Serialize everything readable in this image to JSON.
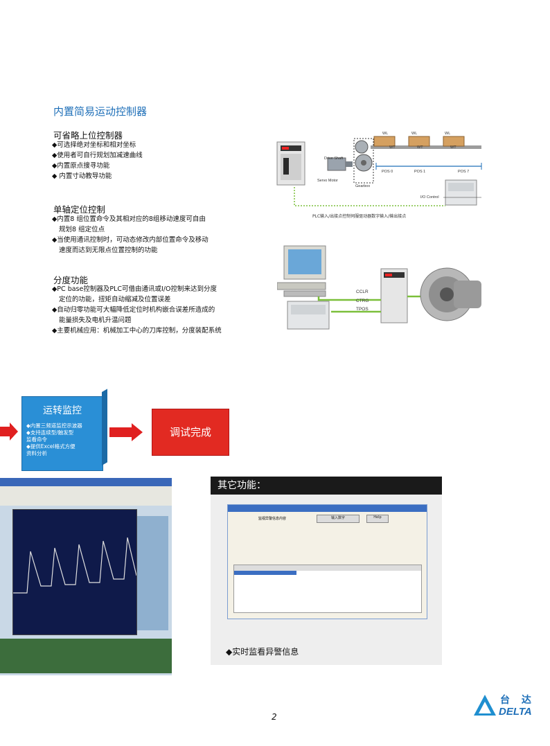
{
  "section_title": "内置简易运动控制器",
  "blocks": [
    {
      "heading": "可省略上位控制器",
      "items": [
        "◆可选择绝对坐标和相对坐标",
        "◆使用者可自行规划加减速曲线",
        "◆内置原点搜寻功能",
        "◆ 内置寸动教导功能"
      ]
    },
    {
      "heading": "单轴定位控制",
      "items": [
        "◆内置8 组位置命令及其相对应的8组移动速度可自由",
        "  规划8 组定位点",
        "◆当使用通讯控制时，可动态修改内部位置命令及移动",
        "  速度而达到无限点位置控制的功能"
      ]
    },
    {
      "heading": "分度功能",
      "items": [
        "◆PC base控制器及PLC可借由通讯或I/O控制来达到分度",
        "  定位的功能，扭矩自动缩减及位置误差",
        "◆自动归零功能可大幅降低定位时机构嵌合误差所造成的",
        "  能量损失及电机升温问题",
        "◆主要机械应用：机械加工中心的刀库控制，分度装配系统"
      ]
    }
  ],
  "diagram1": {
    "wl": [
      "WL",
      "WL",
      "WL"
    ],
    "wt": [
      "WT",
      "WT",
      "WT"
    ],
    "drive_shaft": "Drive Shaft",
    "servo_motor": "Servo Motor",
    "gearbox": "Gearbox",
    "pos": [
      "POS 0",
      "POS 1",
      "POS 7"
    ],
    "io_control": "I/O Control",
    "caption": "PLC输入/出接点控制伺服驱动器数字输入/输出接点"
  },
  "diagram2": {
    "signals": [
      "CCLR",
      "CTRG",
      "TPOS"
    ]
  },
  "flow": {
    "monitor_title": "运转监控",
    "monitor_items": [
      "◆内置三频道监控示波器",
      "◆支持连续型/触发型",
      "  监看命令",
      "◆提供Excel格式方便",
      "  资料分析"
    ],
    "done_label": "调试完成"
  },
  "other": {
    "title": "其它功能：",
    "caption": "◆实时监看异警信息",
    "window_buttons": [
      "输入数字",
      "Help"
    ],
    "field_label": "监视异警信息内容"
  },
  "page_number": "2",
  "logo": {
    "cn": "台 达",
    "en": "DELTA"
  },
  "colors": {
    "accent_blue": "#1e6fb8",
    "box_blue": "#2a8fd6",
    "red": "#e02020",
    "green": "#7bbf3a"
  }
}
